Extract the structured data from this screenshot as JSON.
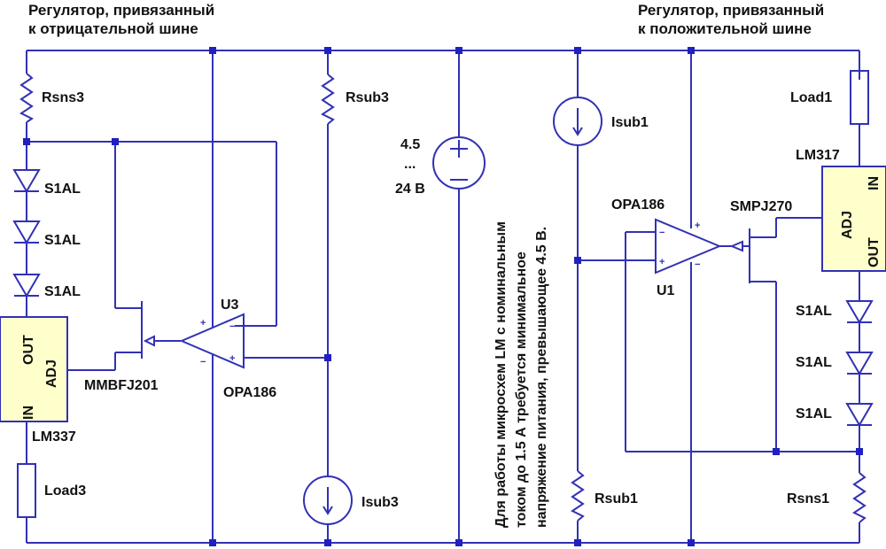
{
  "titles": {
    "left_line1": "Регулятор, привязанный",
    "left_line2": "к отрицательной шине",
    "right_line1": "Регулятор, привязанный",
    "right_line2": "к положительной шине"
  },
  "left": {
    "rsns": "Rsns3",
    "diodes": [
      "S1AL",
      "S1AL",
      "S1AL"
    ],
    "reg_name": "LM337",
    "reg_out": "OUT",
    "reg_adj": "ADJ",
    "reg_in": "IN",
    "load": "Load3",
    "fet": "MMBFJ201",
    "opamp_ref": "U3",
    "opamp_model": "OPA186",
    "rsub": "Rsub3",
    "isub": "Isub3"
  },
  "source": {
    "line1": "4.5",
    "line2": "...",
    "line3": "24 В"
  },
  "note": {
    "line1": "Для работы микросхем LM с номинальным",
    "line2": "током до 1.5 А требуется минимальное",
    "line3": "напряжение питания, превышающее 4.5 В."
  },
  "right": {
    "load": "Load1",
    "reg_name": "LM317",
    "reg_in": "IN",
    "reg_adj": "ADJ",
    "reg_out": "OUT",
    "isub": "Isub1",
    "opamp_model": "OPA186",
    "opamp_ref": "U1",
    "fet": "SMPJ270",
    "diodes": [
      "S1AL",
      "S1AL",
      "S1AL"
    ],
    "rsub": "Rsub1",
    "rsns": "Rsns1"
  },
  "colors": {
    "wire": "#3131b5",
    "ic_fill": "#ffffcc",
    "junction": "#2020c0"
  }
}
